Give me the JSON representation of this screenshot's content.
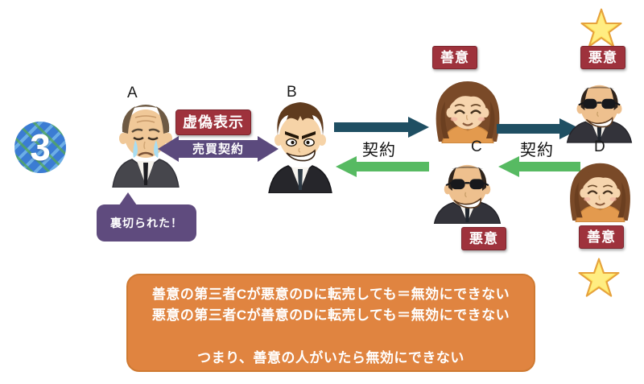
{
  "step": {
    "number": "3"
  },
  "people": {
    "a": {
      "label": "A"
    },
    "b": {
      "label": "B"
    },
    "c": {
      "label": "C"
    },
    "d": {
      "label": "D"
    }
  },
  "badges": {
    "c_top": "善意",
    "c_bottom": "悪意",
    "d_top": "悪意",
    "d_bottom": "善意"
  },
  "ab_relation": {
    "false_representation": "虚偽表示",
    "sales_contract": "売買契約",
    "speech_bubble": "裏切られた！"
  },
  "contracts": {
    "bc_label": "契約",
    "cd_label": "契約"
  },
  "summary": {
    "line1": "善意の第三者Cが悪意のDに転売しても＝無効にできない",
    "line2": "悪意の第三者Cが善意のDに転売しても＝無効にできない",
    "conclusion": "つまり、善意の人がいたら無効にできない"
  },
  "icons": {
    "star": "star-icon",
    "step_circle": "step-number-circle"
  },
  "colors": {
    "badge_red": "#9e323c",
    "arrow_blue": "#1f4f63",
    "arrow_green": "#57ba62",
    "arrow_purple": "#5b4a7d",
    "bubble_purple": "#5f4b7e",
    "summary_orange": "#e08440",
    "star_yellow": "#ffe763",
    "star_outline": "#e6a23c",
    "step_circle_blue": "#3b7cd3"
  }
}
